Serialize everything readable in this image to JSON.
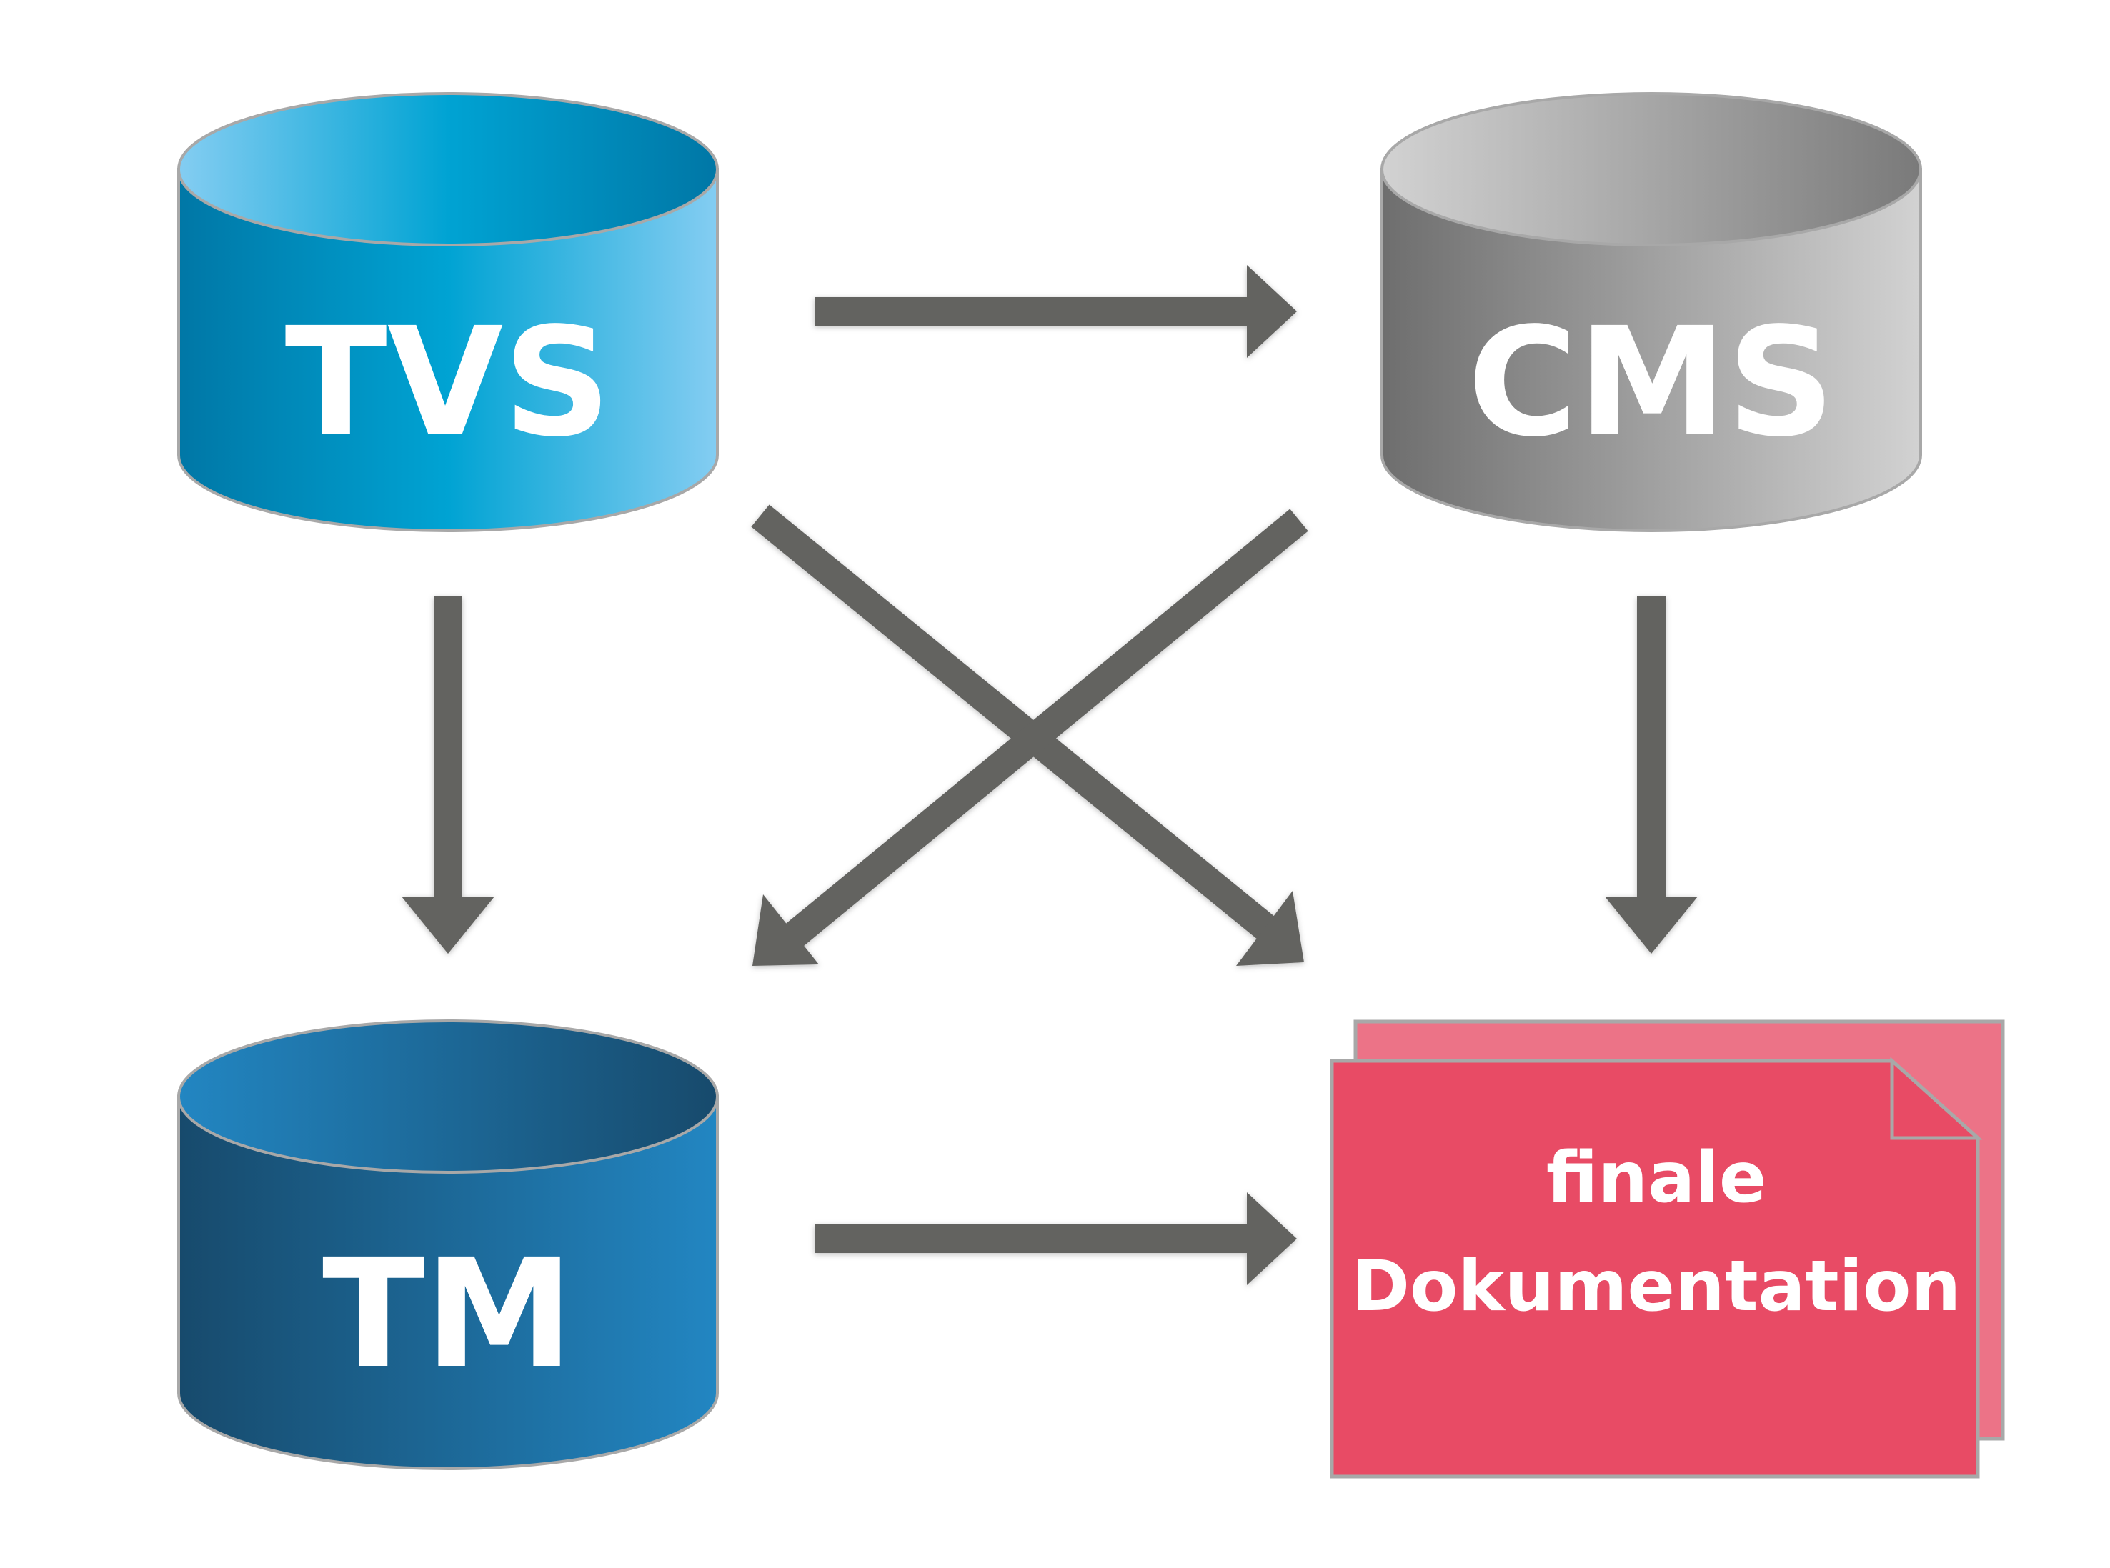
{
  "nodes": {
    "tvs": {
      "label": "TVS"
    },
    "cms": {
      "label": "CMS"
    },
    "tm": {
      "label": "TM"
    },
    "doc": {
      "line1": "finale",
      "line2": "Dokumentation"
    }
  },
  "colors": {
    "tvs_dark": "#0078a8",
    "tvs_mid": "#00a3d3",
    "tvs_light": "#7fcaf0",
    "cms_dark": "#6f6f6f",
    "cms_light": "#cfcfcf",
    "tm_dark": "#184c70",
    "tm_light": "#2084c0",
    "doc_front": "#e84b65",
    "doc_back": "#ec7387",
    "arrow": "#636361",
    "outline": "#a8a8a8"
  }
}
